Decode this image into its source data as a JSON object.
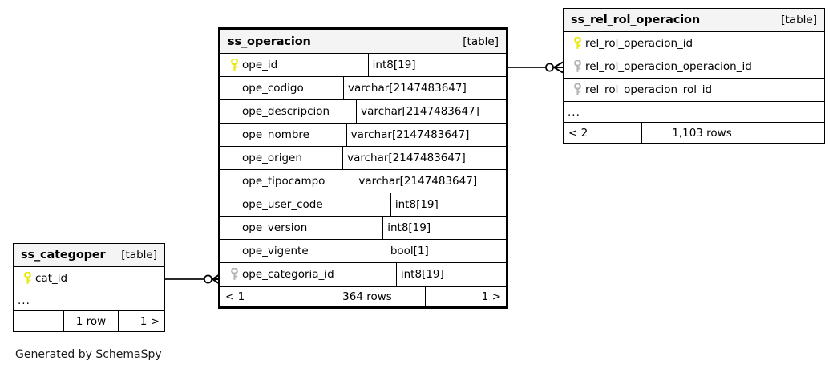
{
  "diagram": {
    "caption": "Generated by SchemaSpy",
    "table_tag": "[table]",
    "ellipsis": "...",
    "colors": {
      "primary_key": "#e8e80c",
      "foreign_key": "#b5b5b5",
      "header_background": "#f4f4f4",
      "border": "#000000",
      "page_background": "#ffffff"
    }
  },
  "tables": [
    {
      "id": "ss_operacion",
      "name": "ss_operacion",
      "tag": "[table]",
      "focused": true,
      "columns": [
        {
          "name": "ope_id",
          "type": "int8[19]",
          "key": "primary"
        },
        {
          "name": "ope_codigo",
          "type": "varchar[2147483647]",
          "key": "none"
        },
        {
          "name": "ope_descripcion",
          "type": "varchar[2147483647]",
          "key": "none"
        },
        {
          "name": "ope_nombre",
          "type": "varchar[2147483647]",
          "key": "none"
        },
        {
          "name": "ope_origen",
          "type": "varchar[2147483647]",
          "key": "none"
        },
        {
          "name": "ope_tipocampo",
          "type": "varchar[2147483647]",
          "key": "none"
        },
        {
          "name": "ope_user_code",
          "type": "int8[19]",
          "key": "none"
        },
        {
          "name": "ope_version",
          "type": "int8[19]",
          "key": "none"
        },
        {
          "name": "ope_vigente",
          "type": "bool[1]",
          "key": "none"
        },
        {
          "name": "ope_categoria_id",
          "type": "int8[19]",
          "key": "foreign"
        }
      ],
      "has_ellipsis_row": false,
      "footer": {
        "left": "< 1",
        "center": "364 rows",
        "right": "1 >"
      }
    },
    {
      "id": "ss_rel_rol_operacion",
      "name": "ss_rel_rol_operacion",
      "tag": "[table]",
      "focused": false,
      "columns": [
        {
          "name": "rel_rol_operacion_id",
          "type": "",
          "key": "primary"
        },
        {
          "name": "rel_rol_operacion_operacion_id",
          "type": "",
          "key": "foreign"
        },
        {
          "name": "rel_rol_operacion_rol_id",
          "type": "",
          "key": "foreign"
        }
      ],
      "has_ellipsis_row": true,
      "footer": {
        "left": "< 2",
        "center": "1,103 rows",
        "right": ""
      }
    },
    {
      "id": "ss_categoper",
      "name": "ss_categoper",
      "tag": "[table]",
      "focused": false,
      "columns": [
        {
          "name": "cat_id",
          "type": "",
          "key": "primary"
        }
      ],
      "has_ellipsis_row": true,
      "footer": {
        "left": "",
        "center": "1 row",
        "right": "1 >"
      }
    }
  ],
  "relationships": [
    {
      "id": "rel-operacion-to-rel-rol-operacion",
      "from_table": "ss_operacion",
      "from_column": "ope_id",
      "to_table": "ss_rel_rol_operacion",
      "to_column": "rel_rol_operacion_operacion_id",
      "notation": "zero-or-many"
    },
    {
      "id": "rel-categoper-to-operacion",
      "from_table": "ss_categoper",
      "from_column": "cat_id",
      "to_table": "ss_operacion",
      "to_column": "ope_categoria_id",
      "notation": "zero-or-many"
    }
  ]
}
